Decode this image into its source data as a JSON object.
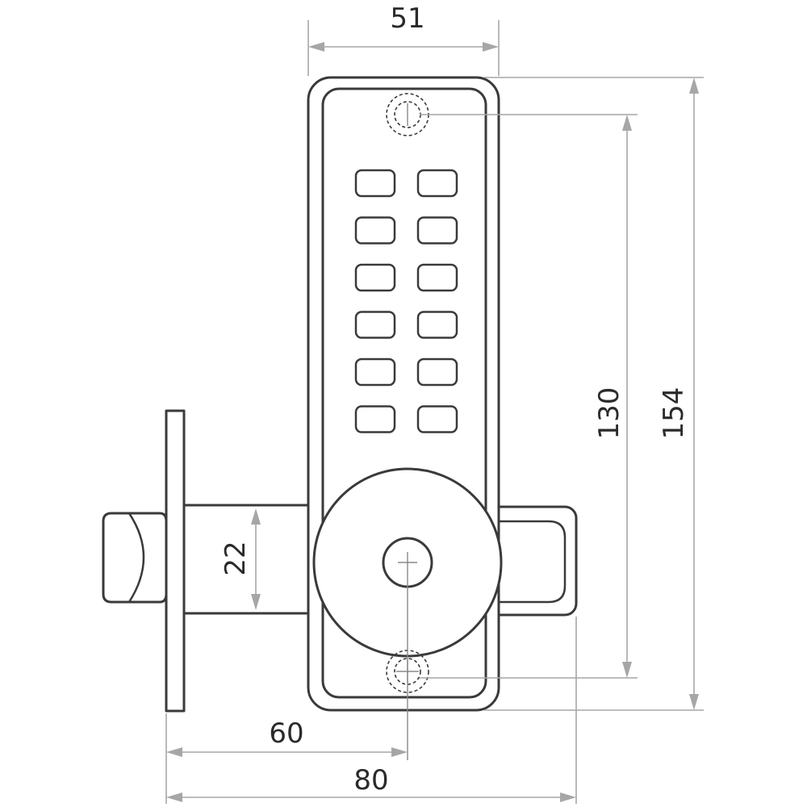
{
  "drawing": {
    "subject": "keypad-lock",
    "dimensions": {
      "width_top": "51",
      "hole_spacing": "130",
      "total_height": "154",
      "latch_height": "22",
      "backset": "60",
      "overall_length": "80"
    },
    "keypad": {
      "rows": 6,
      "columns": 2
    }
  }
}
